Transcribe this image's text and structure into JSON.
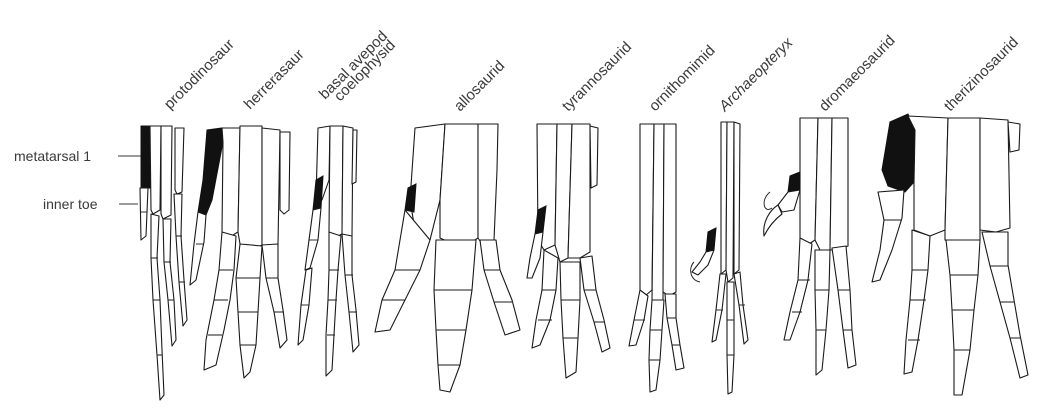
{
  "callouts": {
    "metatarsal_1": "metatarsal 1",
    "inner_toe": "inner toe"
  },
  "taxa": [
    {
      "label": "protodinosaur"
    },
    {
      "label": "herrerasaur"
    },
    {
      "label": "basal avepod",
      "label2": "coelophysid"
    },
    {
      "label": "allosaurid"
    },
    {
      "label": "tyrannosaurid"
    },
    {
      "label": "ornithomimid"
    },
    {
      "label": "Archaeopteryx",
      "italic": true
    },
    {
      "label": "dromaeosaurid"
    },
    {
      "label": "therizinosaurid"
    }
  ],
  "colors": {
    "bone_outline": "#1a1a1a",
    "metatarsal_1_fill": "#111111",
    "label_text": "#3a3a3a",
    "background": "#ffffff"
  }
}
